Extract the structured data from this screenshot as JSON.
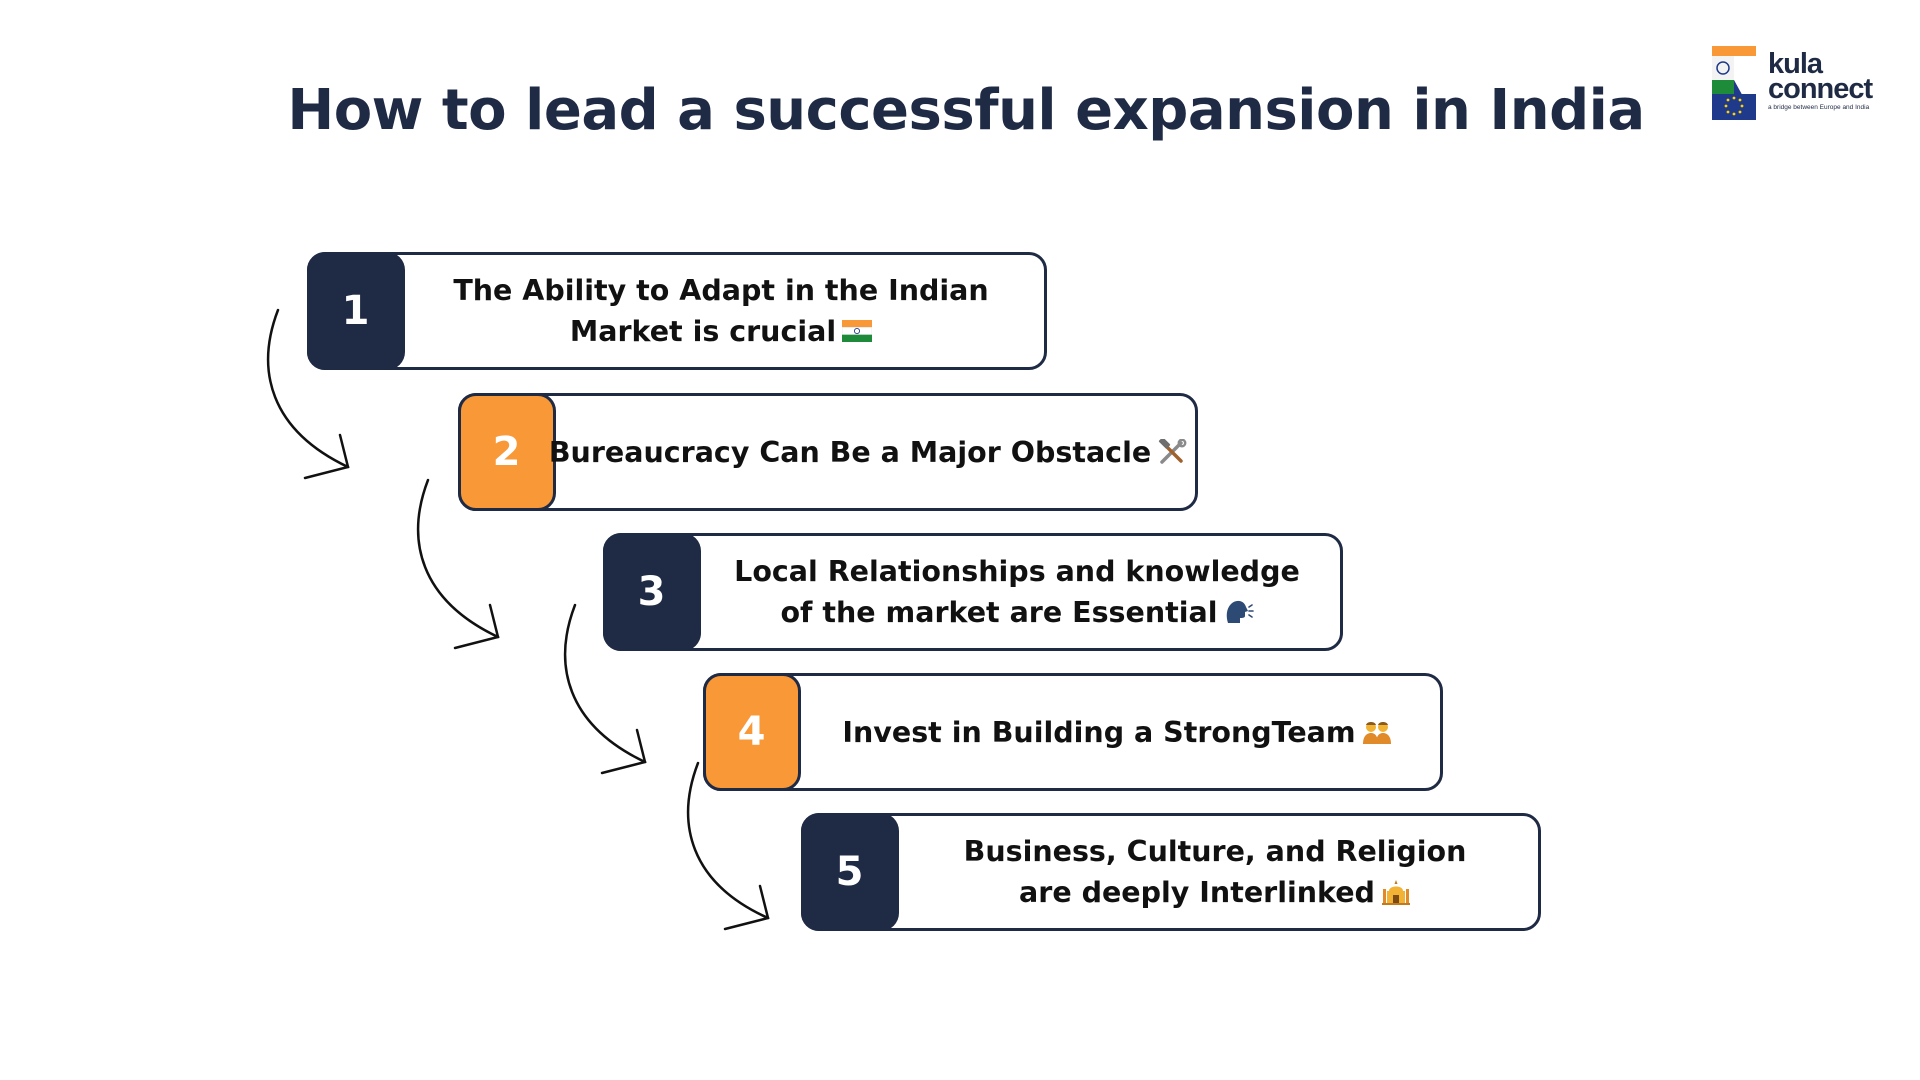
{
  "title": "How to lead a successful expansion in India",
  "logo": {
    "word_top": "kula",
    "word_bottom": "connect",
    "tagline": "a bridge between Europe and India"
  },
  "colors": {
    "navy": "#1f2a44",
    "orange": "#f99837",
    "arrow": "#111111"
  },
  "steps": [
    {
      "number": "1",
      "badge_color": "navy",
      "lines": [
        "The Ability to Adapt in the Indian",
        "Market is crucial"
      ],
      "emoji_icon": "india-flag-icon"
    },
    {
      "number": "2",
      "badge_color": "orange",
      "lines": [
        "Bureaucracy Can Be a Major Obstacle"
      ],
      "emoji_icon": "hammer-and-wrench-icon"
    },
    {
      "number": "3",
      "badge_color": "navy",
      "lines": [
        "Local Relationships and knowledge",
        "of the market are Essential"
      ],
      "emoji_icon": "speaking-head-icon"
    },
    {
      "number": "4",
      "badge_color": "orange",
      "lines": [
        "Invest in Building a StrongTeam"
      ],
      "emoji_icon": "team-people-icon"
    },
    {
      "number": "5",
      "badge_color": "navy",
      "lines": [
        "Business, Culture, and Religion",
        "are deeply Interlinked"
      ],
      "emoji_icon": "temple-icon"
    }
  ]
}
